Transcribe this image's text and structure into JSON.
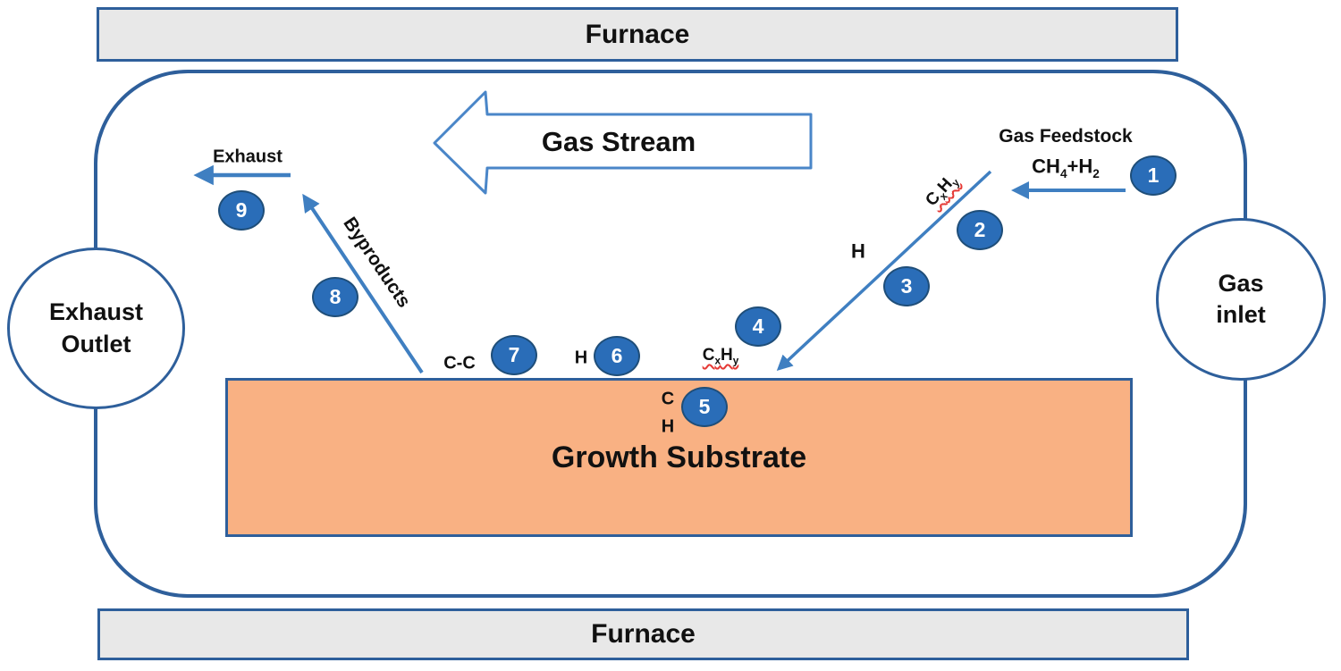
{
  "colors": {
    "border_blue": "#2e5f9b",
    "arrow_blue": "#3f7fc1",
    "gas_stream_border": "#4a86c8",
    "circle_fill": "#2a6db8",
    "circle_border": "#1f4e79",
    "furnace_fill": "#e8e8e8",
    "substrate_fill": "#f9b183",
    "squiggle_red": "#e53935",
    "text_color": "#111111"
  },
  "furnace_top_label": "Furnace",
  "furnace_bottom_label": "Furnace",
  "gas_stream_label": "Gas Stream",
  "exhaust_outlet": {
    "line1": "Exhaust",
    "line2": "Outlet"
  },
  "gas_inlet": {
    "line1": "Gas",
    "line2": "inlet"
  },
  "substrate_label": "Growth Substrate",
  "feedstock": {
    "title": "Gas Feedstock",
    "part1": "CH",
    "sub1": "4",
    "part2": "+H",
    "sub2": "2"
  },
  "species": {
    "cxhy_gas": {
      "p1": "C",
      "s1": "x",
      "p2": "H",
      "s2": "y"
    },
    "cxhy_surface": {
      "p1": "C",
      "s1": "x",
      "p2": "H",
      "s2": "y"
    },
    "h_gas": "H",
    "h_surface": "H",
    "cc": "C-C",
    "c_adsorbed": "C",
    "h_adsorbed": "H"
  },
  "flow_labels": {
    "byproducts": "Byproducts",
    "exhaust": "Exhaust"
  },
  "steps": [
    "1",
    "2",
    "3",
    "4",
    "5",
    "6",
    "7",
    "8",
    "9"
  ]
}
